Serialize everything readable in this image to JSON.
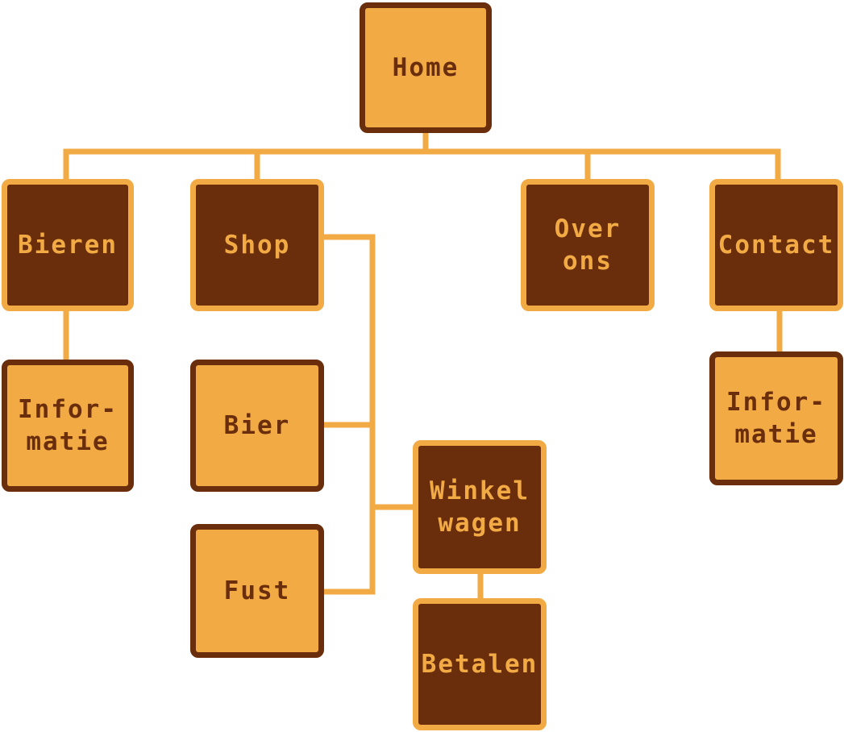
{
  "colors": {
    "light": "#f2aa44",
    "dark": "#6a2e0c",
    "connector": "#f2aa44"
  },
  "nodes": {
    "home": {
      "lines": [
        "Home"
      ]
    },
    "bieren": {
      "lines": [
        "Bieren"
      ]
    },
    "shop": {
      "lines": [
        "Shop"
      ]
    },
    "over_ons": {
      "lines": [
        "Over",
        "ons"
      ]
    },
    "contact": {
      "lines": [
        "Contact"
      ]
    },
    "bieren_informatie": {
      "lines": [
        "Infor-",
        "matie"
      ]
    },
    "bier": {
      "lines": [
        "Bier"
      ]
    },
    "fust": {
      "lines": [
        "Fust"
      ]
    },
    "winkelwagen": {
      "lines": [
        "Winkel",
        "wagen"
      ]
    },
    "betalen": {
      "lines": [
        "Betalen"
      ]
    },
    "contact_informatie": {
      "lines": [
        "Infor-",
        "matie"
      ]
    }
  }
}
